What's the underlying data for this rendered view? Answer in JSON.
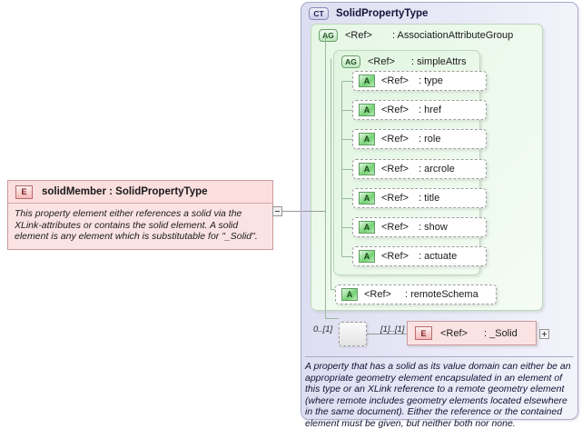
{
  "left_element": {
    "icon": "element-icon",
    "icon_letter": "E",
    "name": "solidMember",
    "separator": ":",
    "type": "SolidPropertyType",
    "title": "solidMember : SolidPropertyType",
    "annotation": "This property element either references a solid via the XLink-attributes or contains the solid element. A solid element is any element which is substitutable for \"_Solid\".",
    "collapse_toggle": "minus-toggle"
  },
  "complex_type": {
    "icon_letter": "CT",
    "name": "SolidPropertyType",
    "annotation": "A property that has a solid as its value domain can either be an appropriate geometry element encapsulated in an element of this type or an XLink reference to a remote geometry element (where remote includes geometry elements located elsewhere in the same document). Either the reference or the contained element must be given, but neither both nor none."
  },
  "attribute_groups": [
    {
      "icon_letter": "AG",
      "ref": "<Ref>",
      "separator": ": ",
      "name": "AssociationAttributeGroup"
    },
    {
      "icon_letter": "AG",
      "ref": "<Ref>",
      "separator": ": ",
      "name": "simpleAttrs"
    }
  ],
  "attributes": [
    {
      "icon_letter": "A",
      "ref": "<Ref>",
      "name": ": type"
    },
    {
      "icon_letter": "A",
      "ref": "<Ref>",
      "name": ": href"
    },
    {
      "icon_letter": "A",
      "ref": "<Ref>",
      "name": ": role"
    },
    {
      "icon_letter": "A",
      "ref": "<Ref>",
      "name": ": arcrole"
    },
    {
      "icon_letter": "A",
      "ref": "<Ref>",
      "name": ": title"
    },
    {
      "icon_letter": "A",
      "ref": "<Ref>",
      "name": ": show"
    },
    {
      "icon_letter": "A",
      "ref": "<Ref>",
      "name": ": actuate"
    }
  ],
  "remote_schema_attribute": {
    "icon_letter": "A",
    "ref": "<Ref>",
    "name": ": remoteSchema"
  },
  "content_model": {
    "compositor": "choice-compositor-icon",
    "occurs_left": "0..[1]",
    "occurs_right": "[1]..[1]",
    "element": {
      "icon_letter": "E",
      "ref": "<Ref>",
      "name": ": _Solid",
      "expand_toggle": "plus-toggle"
    }
  },
  "colors": {
    "element_pink": "#fbe3e3",
    "element_border": "#c99b9b",
    "complextype_lavender": "#e4e4f5",
    "complextype_border": "#aaaac8",
    "attrgroup_green": "#e6f7e6",
    "attrgroup_border": "#bcd9bc",
    "attr_white": "#ffffff",
    "connector_gray": "#9a9a9a"
  }
}
